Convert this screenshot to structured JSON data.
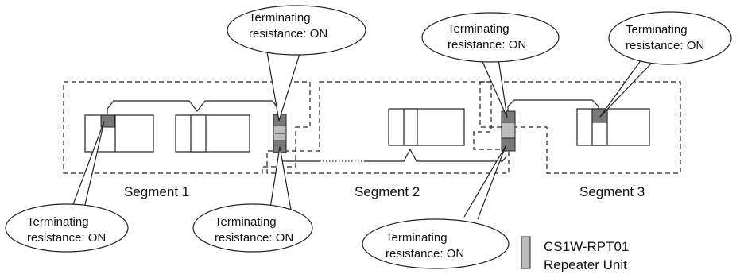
{
  "callouts": [
    {
      "id": "c1",
      "line1": "Terminating",
      "line2": "resistance: ON"
    },
    {
      "id": "c2",
      "line1": "Terminating",
      "line2": "resistance: ON"
    },
    {
      "id": "c3",
      "line1": "Terminating",
      "line2": "resistance: ON"
    },
    {
      "id": "c4",
      "line1": "Terminating",
      "line2": "resistance: ON"
    },
    {
      "id": "c5",
      "line1": "Terminating",
      "line2": "resistance: ON"
    },
    {
      "id": "c6",
      "line1": "Terminating",
      "line2": "resistance: ON"
    }
  ],
  "segments": [
    {
      "label": "Segment 1"
    },
    {
      "label": "Segment 2"
    },
    {
      "label": "Segment 3"
    }
  ],
  "legend": {
    "line1": "CS1W-RPT01",
    "line2": "Repeater Unit"
  },
  "colors": {
    "repeater_fill": "#bdbdbd",
    "terminator_fill": "#7a7a7a",
    "line": "#222222"
  }
}
